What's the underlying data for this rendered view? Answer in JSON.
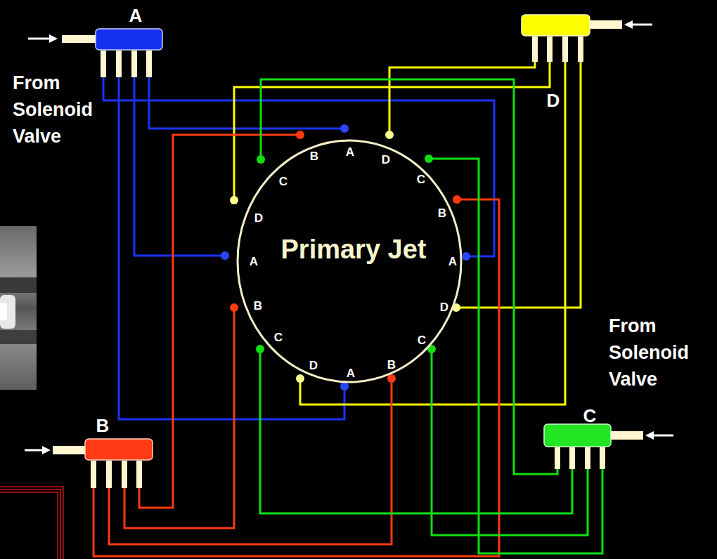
{
  "diagram": {
    "nodes": [
      {
        "text": [
          "A"
        ]
      },
      {
        "text": [
          "D"
        ]
      },
      {
        "text": [
          "Primary Jet"
        ]
      },
      {
        "text": [
          "B"
        ]
      },
      {
        "text": [
          "C"
        ]
      }
    ],
    "edges": [
      {
        "from": 0,
        "to": 2,
        "arrow": "none"
      },
      {
        "from": 0,
        "to": 2,
        "arrow": "none"
      },
      {
        "from": 0,
        "to": 2,
        "arrow": "none"
      },
      {
        "from": 0,
        "to": 2,
        "arrow": "none"
      },
      {
        "from": 1,
        "to": 2,
        "arrow": "none"
      },
      {
        "from": 1,
        "to": 2,
        "arrow": "none"
      },
      {
        "from": 1,
        "to": 2,
        "arrow": "none"
      },
      {
        "from": 1,
        "to": 2,
        "arrow": "none"
      },
      {
        "from": 3,
        "to": 2,
        "arrow": "none"
      },
      {
        "from": 3,
        "to": 2,
        "arrow": "none"
      },
      {
        "from": 3,
        "to": 2,
        "arrow": "none"
      },
      {
        "from": 3,
        "to": 2,
        "arrow": "none"
      },
      {
        "from": 4,
        "to": 2,
        "arrow": "none"
      },
      {
        "from": 4,
        "to": 2,
        "arrow": "none"
      },
      {
        "from": 4,
        "to": 2,
        "arrow": "none"
      },
      {
        "from": 4,
        "to": 2,
        "arrow": "none"
      }
    ],
    "labels": [
      "From Solenoid Valve",
      "B",
      "A",
      "D",
      "C",
      "B",
      "A",
      "D",
      "C",
      "B",
      "A",
      "D",
      "C",
      "B",
      "A",
      "D",
      "C",
      "From Solenoid Valve"
    ]
  }
}
